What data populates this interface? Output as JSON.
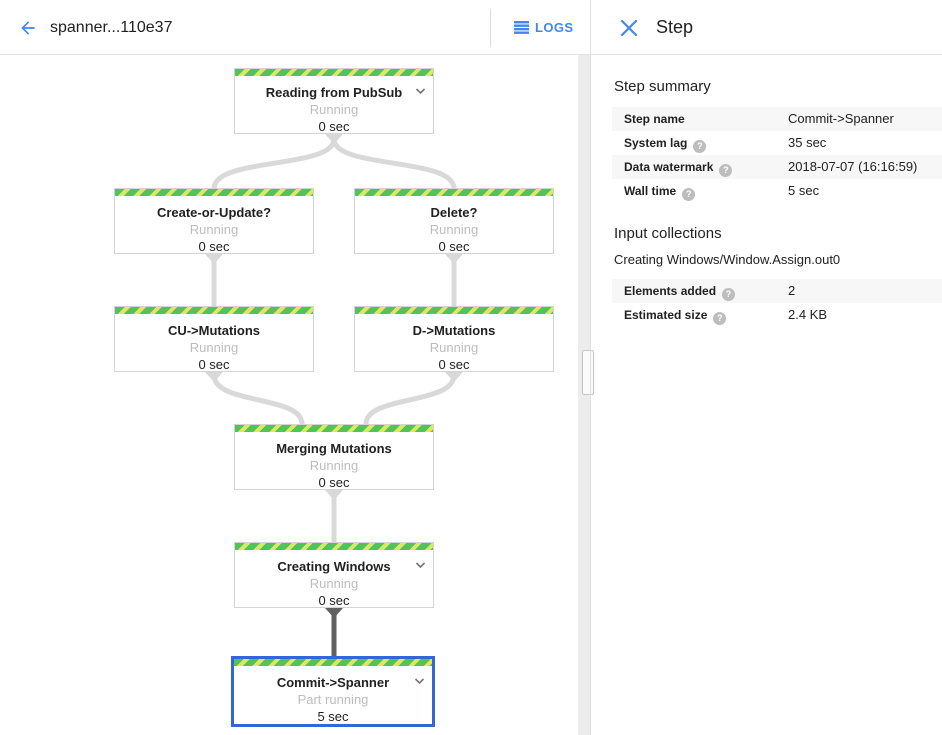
{
  "header": {
    "title": "spanner...110e37",
    "logs_label": "LOGS"
  },
  "panel": {
    "title": "Step",
    "summary_heading": "Step summary",
    "summary_rows": [
      {
        "label": "Step name",
        "value": "Commit->Spanner",
        "help": false
      },
      {
        "label": "System lag",
        "value": "35 sec",
        "help": true
      },
      {
        "label": "Data watermark",
        "value": "2018-07-07 (16:16:59)",
        "help": true
      },
      {
        "label": "Wall time",
        "value": "5 sec",
        "help": true
      }
    ],
    "input_heading": "Input collections",
    "input_collection": "Creating Windows/Window.Assign.out0",
    "input_rows": [
      {
        "label": "Elements added",
        "value": "2",
        "help": true
      },
      {
        "label": "Estimated size",
        "value": "2.4 KB",
        "help": true
      }
    ]
  },
  "graph": {
    "nodes": [
      {
        "id": "reading-from-pubsub",
        "title": "Reading from PubSub",
        "status": "Running",
        "time": "0 sec",
        "chevron": true,
        "selected": false
      },
      {
        "id": "create-or-update",
        "title": "Create-or-Update?",
        "status": "Running",
        "time": "0 sec",
        "chevron": false,
        "selected": false
      },
      {
        "id": "delete",
        "title": "Delete?",
        "status": "Running",
        "time": "0 sec",
        "chevron": false,
        "selected": false
      },
      {
        "id": "cu-mutations",
        "title": "CU->Mutations",
        "status": "Running",
        "time": "0 sec",
        "chevron": false,
        "selected": false
      },
      {
        "id": "d-mutations",
        "title": "D->Mutations",
        "status": "Running",
        "time": "0 sec",
        "chevron": false,
        "selected": false
      },
      {
        "id": "merging-mutations",
        "title": "Merging Mutations",
        "status": "Running",
        "time": "0 sec",
        "chevron": false,
        "selected": false
      },
      {
        "id": "creating-windows",
        "title": "Creating Windows",
        "status": "Running",
        "time": "0 sec",
        "chevron": true,
        "selected": false
      },
      {
        "id": "commit-spanner",
        "title": "Commit->Spanner",
        "status": "Part running",
        "time": "5 sec",
        "chevron": true,
        "selected": true
      }
    ]
  },
  "icons": {
    "help": "?"
  },
  "colors": {
    "accent_blue": "#4285F4",
    "selection_blue": "#3367D6",
    "stripe_green": "#53C258",
    "stripe_lime": "#D9EA60",
    "edge_gray": "#D9D9D9",
    "edge_dark": "#616161",
    "status_gray": "#BDBDBD"
  }
}
